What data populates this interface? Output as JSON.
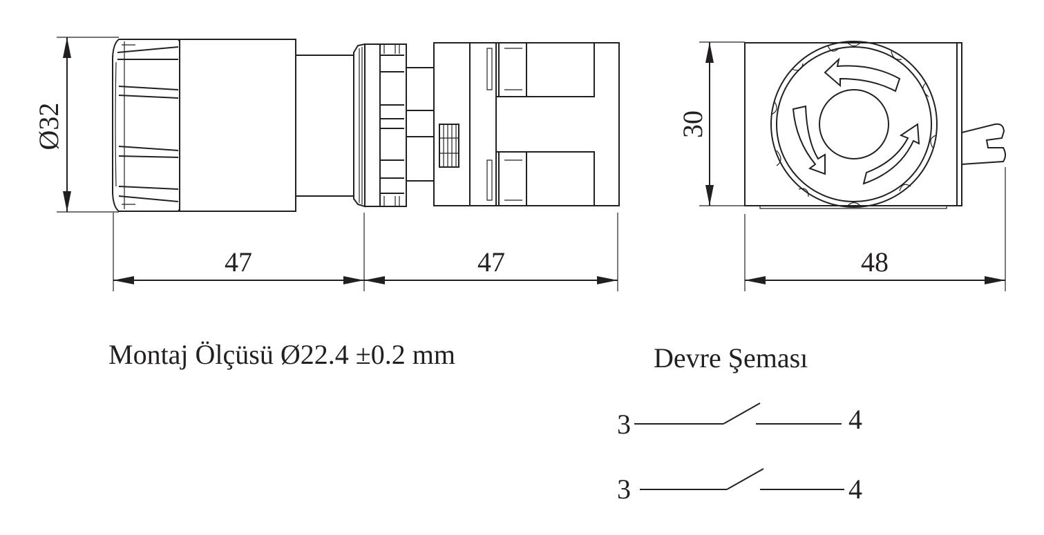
{
  "dimensions": {
    "diameter": "Ø32",
    "length_front": "47",
    "length_rear": "47",
    "height": "30",
    "width": "48"
  },
  "notes": {
    "mounting": "Montaj Ölçüsü Ø22.4 ±0.2 mm",
    "circuit_title": "Devre Şeması"
  },
  "circuit": {
    "contacts": [
      {
        "left_terminal": "3",
        "right_terminal": "4"
      },
      {
        "left_terminal": "3",
        "right_terminal": "4"
      }
    ]
  }
}
